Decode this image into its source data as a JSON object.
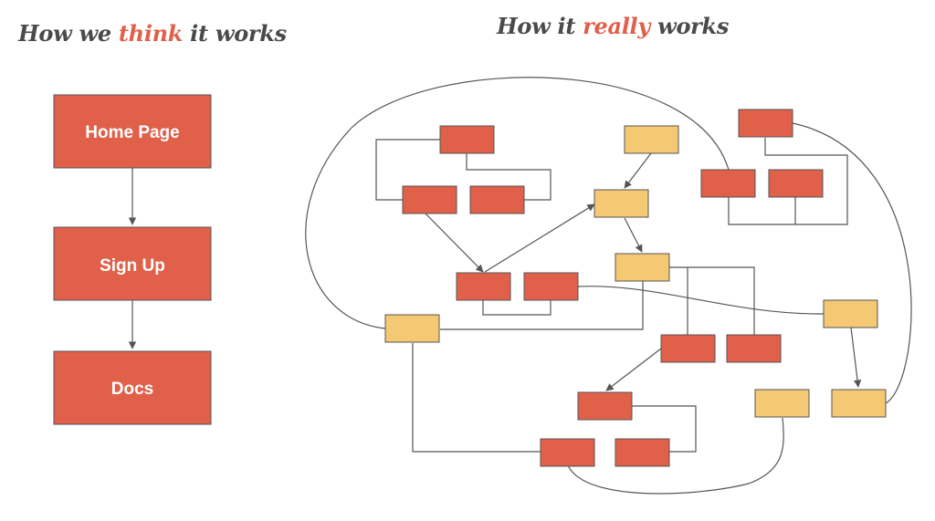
{
  "left_title": {
    "prefix": "How we ",
    "accent": "think",
    "suffix": " it works"
  },
  "right_title": {
    "prefix": "How it ",
    "accent": "really",
    "suffix": " works"
  },
  "colors": {
    "red": "#e0604a",
    "yellow": "#f5c873",
    "accent_text": "#e0604a",
    "title_text": "#4a4a4a",
    "line": "#555555"
  },
  "simple_flow": [
    "Home Page",
    "Sign Up",
    "Docs"
  ]
}
